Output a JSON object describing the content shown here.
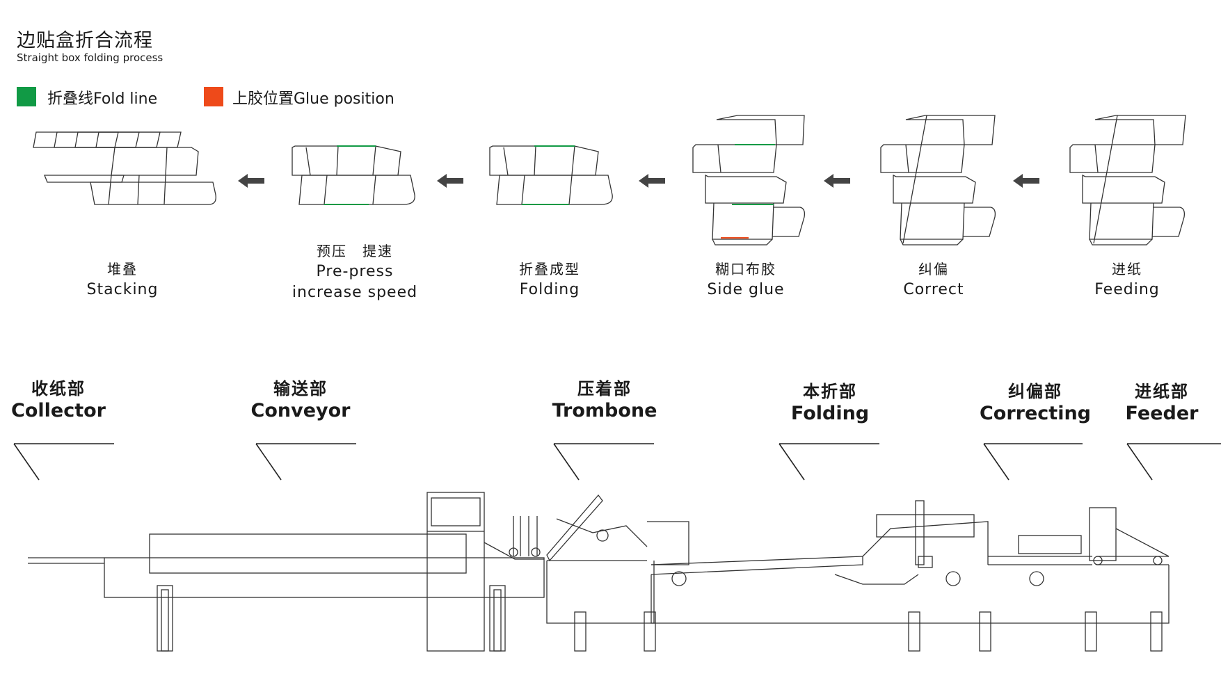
{
  "header": {
    "title_cn": "边贴盒折合流程",
    "title_en": "Straight box folding process"
  },
  "legend": [
    {
      "label": "折叠线Fold line",
      "color": "#119a45"
    },
    {
      "label": "上胶位置Glue position",
      "color": "#ee4a1a"
    }
  ],
  "stages": [
    {
      "cn": "堆叠",
      "en": "Stacking"
    },
    {
      "cn": "预压　提速",
      "en": "Pre-press",
      "en2": "increase speed"
    },
    {
      "cn": "折叠成型",
      "en": "Folding"
    },
    {
      "cn": "糊口布胶",
      "en": "Side glue"
    },
    {
      "cn": "纠偏",
      "en": "Correct"
    },
    {
      "cn": "进纸",
      "en": "Feeding"
    }
  ],
  "sections": [
    {
      "cn": "收纸部",
      "en": "Collector"
    },
    {
      "cn": "输送部",
      "en": "Conveyor"
    },
    {
      "cn": "压着部",
      "en": "Trombone"
    },
    {
      "cn": "本折部",
      "en": "Folding"
    },
    {
      "cn": "纠偏部",
      "en": "Correcting"
    },
    {
      "cn": "进纸部",
      "en": "Feeder"
    }
  ],
  "icons": {
    "arrow": "arrow-left-icon",
    "box": "box-blank-icon"
  },
  "colors": {
    "line": "#333333",
    "fold": "#119a45",
    "glue": "#ee4a1a",
    "arrow": "#444444"
  }
}
